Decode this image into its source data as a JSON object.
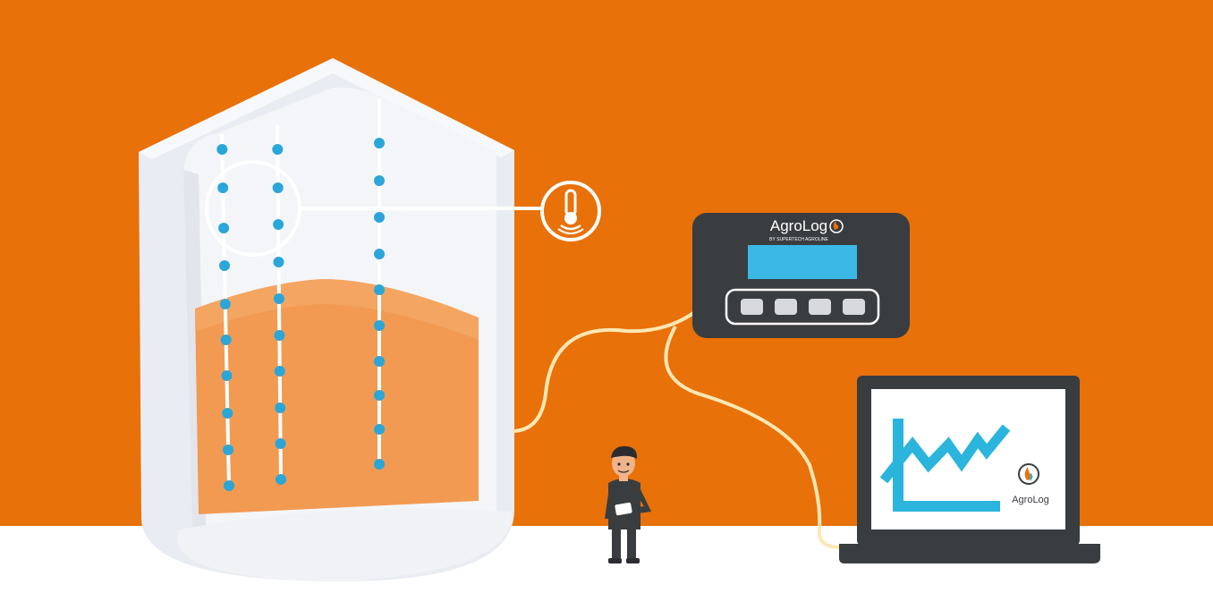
{
  "scene": {
    "colors": {
      "background": "#E8710A",
      "floor": "#FFFFFF",
      "silo_wall": "#E9ECF2",
      "silo_inner": "#F4F5F8",
      "grain": "#F29A52",
      "sensor": "#2AA6D9",
      "cable": "#FFE7B3",
      "device_body": "#3A3D40",
      "display": "#3BB8E6",
      "laptop_screen": "#FFFFFF",
      "chart_line": "#2BB5DC"
    },
    "controller": {
      "brand": "AgroLog",
      "tagline": "BY SUPERTECH AGROLINE",
      "buttons_count": 4
    },
    "laptop": {
      "brand": "AgroLog",
      "icon": "agrolog-flame-drop-icon"
    },
    "thermometer": {
      "icon": "thermometer-icon"
    }
  }
}
